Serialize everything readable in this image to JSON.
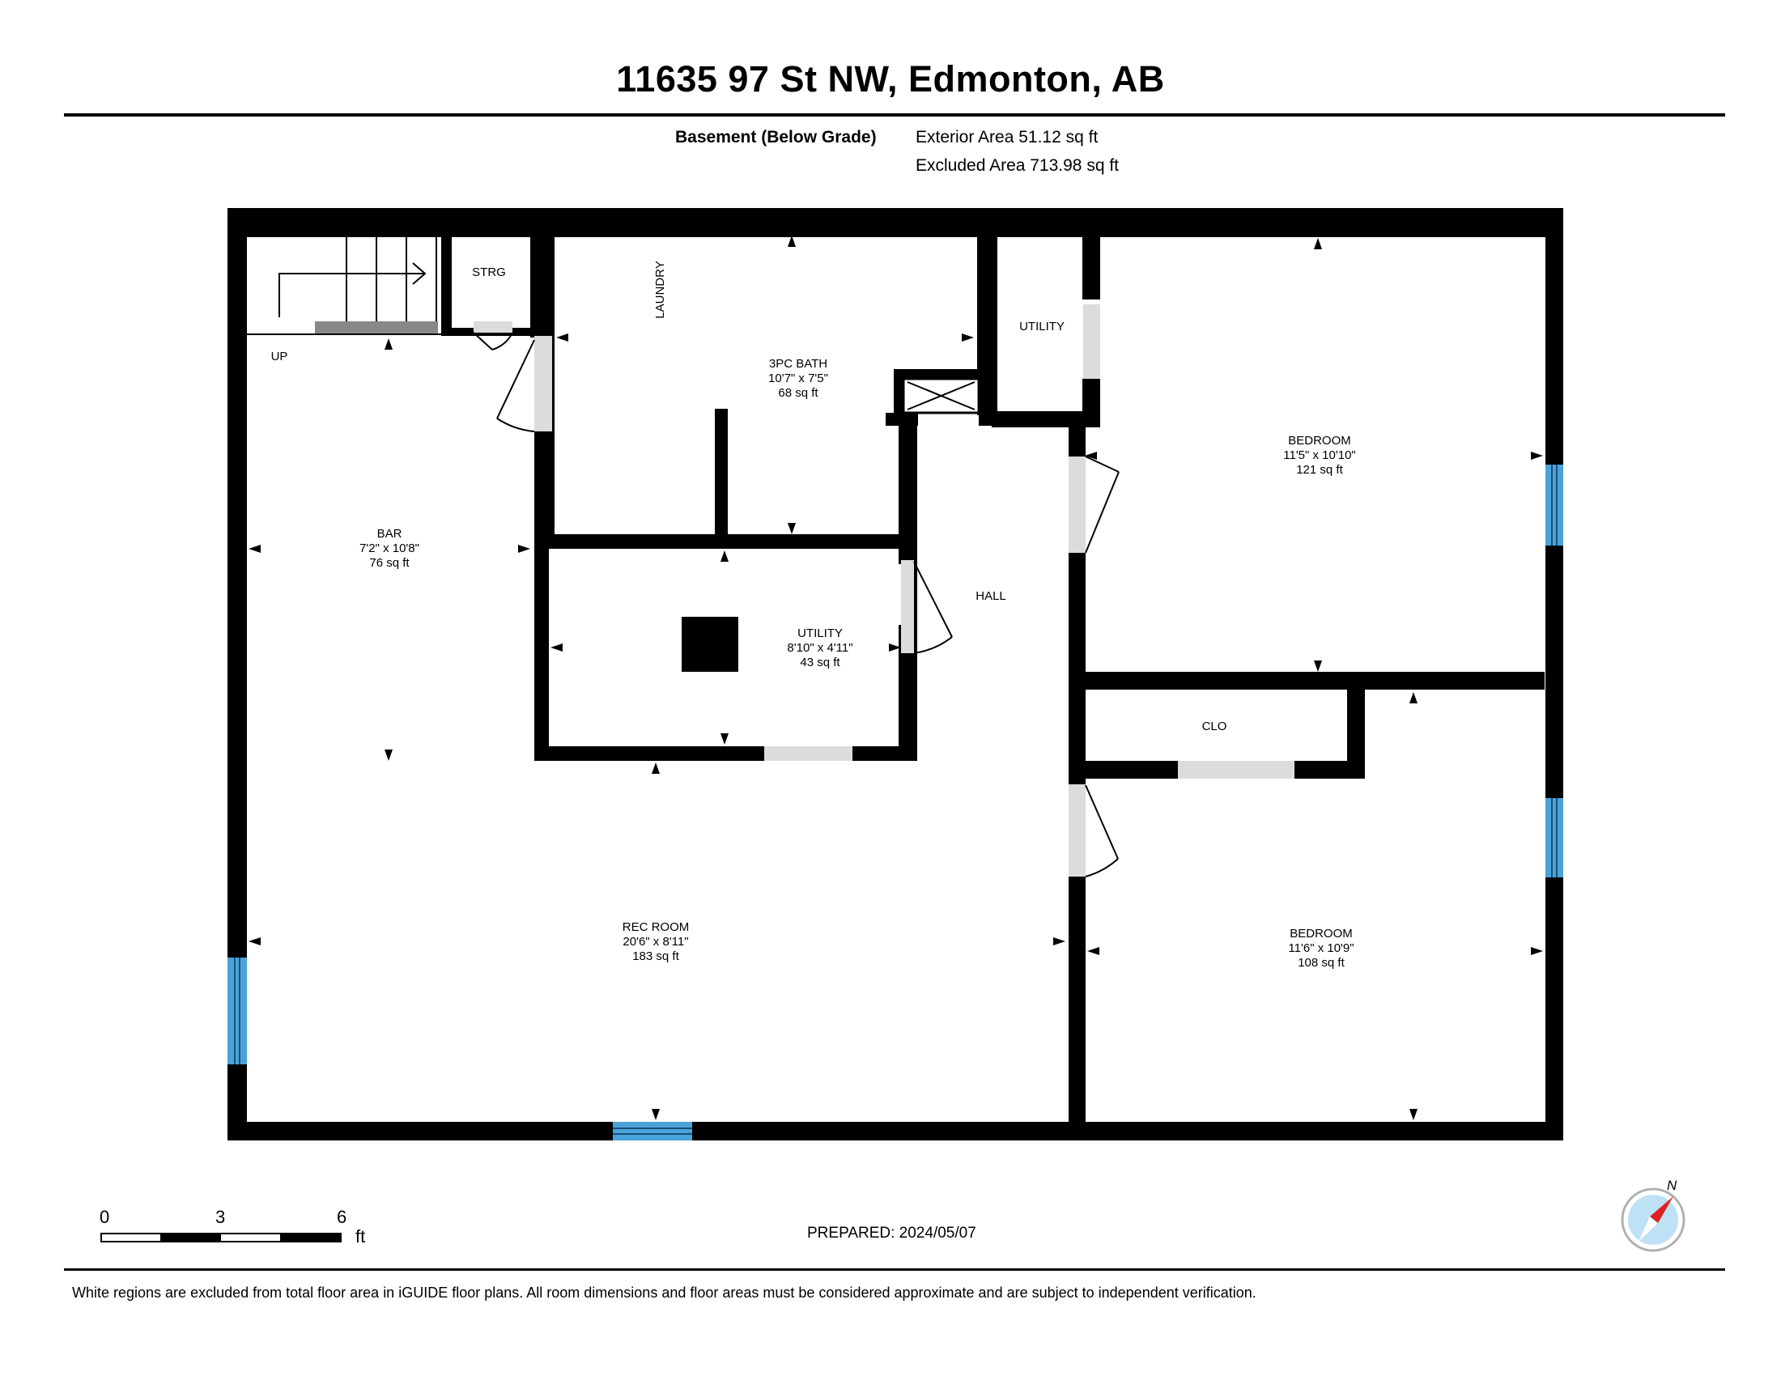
{
  "header": {
    "title": "11635 97 St NW, Edmonton, AB",
    "level_label": "Basement (Below Grade)",
    "exterior_area": "Exterior Area 51.12 sq ft",
    "excluded_area": "Excluded Area 713.98 sq ft"
  },
  "rooms": {
    "strg": {
      "name": "STRG"
    },
    "laundry": {
      "name": "LAUNDRY"
    },
    "bath": {
      "name": "3PC BATH",
      "dims": "10'7\" x 7'5\"",
      "area": "68 sq ft"
    },
    "utility_top": {
      "name": "UTILITY"
    },
    "up": {
      "name": "UP"
    },
    "bar": {
      "name": "BAR",
      "dims": "7'2\" x 10'8\"",
      "area": "76 sq ft"
    },
    "utility": {
      "name": "UTILITY",
      "dims": "8'10\" x 4'11\"",
      "area": "43 sq ft"
    },
    "hall": {
      "name": "HALL"
    },
    "bedroom1": {
      "name": "BEDROOM",
      "dims": "11'5\" x 10'10\"",
      "area": "121 sq ft"
    },
    "clo": {
      "name": "CLO"
    },
    "rec": {
      "name": "REC ROOM",
      "dims": "20'6\" x 8'11\"",
      "area": "183 sq ft"
    },
    "bedroom2": {
      "name": "BEDROOM",
      "dims": "11'6\" x 10'9\"",
      "area": "108 sq ft"
    }
  },
  "scale": {
    "tick_0": "0",
    "tick_3": "3",
    "tick_6": "6",
    "unit": "ft"
  },
  "compass": {
    "north_label": "N"
  },
  "prepared": "PREPARED: 2024/05/07",
  "footnote": "White regions are excluded from total floor area in iGUIDE floor plans. All room dimensions and floor areas must be considered approximate and are subject to independent verification.",
  "colors": {
    "wall": "#000000",
    "window": "#4aa3d8",
    "door_gap": "#dcdcdc",
    "compass_red": "#e02020",
    "compass_blue": "#bfe1f6"
  }
}
